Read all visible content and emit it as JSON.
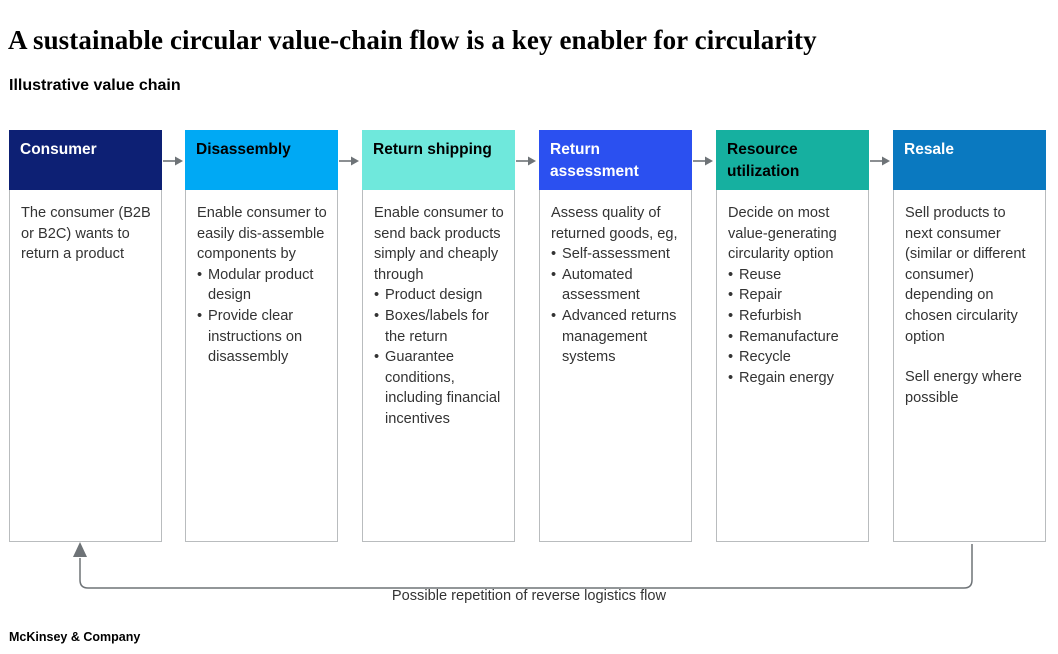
{
  "slide": {
    "title": "A sustainable circular value-chain flow is a key enabler for circularity",
    "subtitle": "Illustrative value chain",
    "loop_caption": "Possible repetition of reverse logistics flow",
    "footer_brand": "McKinsey & Company"
  },
  "colors": {
    "stage_1_header_bg": "#0d2074",
    "stage_1_header_text": "#ffffff",
    "stage_2_header_bg": "#00a9f4",
    "stage_2_header_text": "#000000",
    "stage_3_header_bg": "#6fe8dc",
    "stage_3_header_text": "#000000",
    "stage_4_header_bg": "#2b50f0",
    "stage_4_header_text": "#ffffff",
    "stage_5_header_bg": "#16b0a0",
    "stage_5_header_text": "#000000",
    "stage_6_header_bg": "#0a79c0",
    "stage_6_header_text": "#ffffff",
    "box_border": "#b9bcbe",
    "connector_arrow": "#6e7377",
    "loop_line": "#6e7377",
    "body_text": "#333333"
  },
  "stages": [
    {
      "id": "consumer",
      "title": "Consumer",
      "intro": "The consumer (B2B or B2C) wants to return a product",
      "bullets": [],
      "extra": ""
    },
    {
      "id": "disassembly",
      "title": "Disassembly",
      "intro": "Enable consumer to easily dis-assemble components by",
      "bullets": [
        "Modular product design",
        "Provide clear instructions on disassembly"
      ],
      "extra": ""
    },
    {
      "id": "return-shipping",
      "title": "Return shipping",
      "intro": "Enable consumer to send back products simply and cheaply through",
      "bullets": [
        "Product design",
        "Boxes/labels for the return",
        "Guarantee conditions, including financial incentives"
      ],
      "extra": ""
    },
    {
      "id": "return-assessment",
      "title": "Return assessment",
      "intro": "Assess quality of returned goods, eg,",
      "bullets": [
        "Self-assessment",
        "Automated assessment",
        "Advanced returns management systems"
      ],
      "extra": ""
    },
    {
      "id": "resource-utilization",
      "title": "Resource utilization",
      "intro": "Decide on most value-generating circularity option",
      "bullets": [
        "Reuse",
        "Repair",
        "Refurbish",
        "Remanufacture",
        "Recycle",
        "Regain energy"
      ],
      "extra": ""
    },
    {
      "id": "resale",
      "title": "Resale",
      "intro": "Sell products to next consumer (similar or different consumer) depending on chosen circularity option",
      "bullets": [],
      "extra": "Sell energy where possible"
    }
  ],
  "connectors": [
    {
      "from": "consumer",
      "to": "disassembly",
      "icon": "arrow-right-icon"
    },
    {
      "from": "disassembly",
      "to": "return-shipping",
      "icon": "arrow-right-icon"
    },
    {
      "from": "return-shipping",
      "to": "return-assessment",
      "icon": "arrow-right-icon"
    },
    {
      "from": "return-assessment",
      "to": "resource-utilization",
      "icon": "arrow-right-icon"
    },
    {
      "from": "resource-utilization",
      "to": "resale",
      "icon": "arrow-right-icon"
    }
  ],
  "feedback_loop": {
    "from": "resale",
    "to": "consumer",
    "icon": "arrow-up-icon",
    "label": "Possible repetition of reverse logistics flow"
  }
}
